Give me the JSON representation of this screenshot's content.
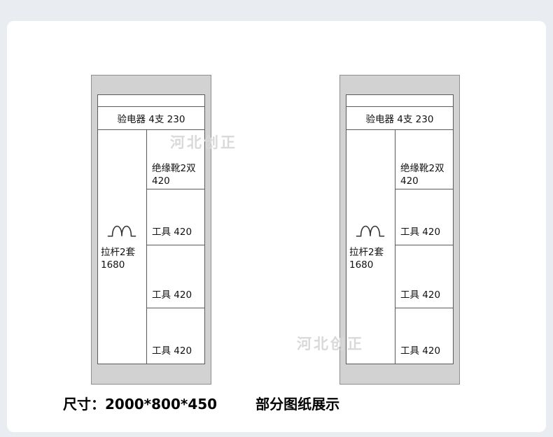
{
  "page": {
    "background": "#e9edf1",
    "card_background": "#ffffff"
  },
  "cabinet": {
    "top_shelf_label": "验电器 4支 230",
    "left_column": {
      "lines": [
        "拉杆2套",
        "1680"
      ],
      "icon": "hook-wave-icon"
    },
    "right_rows": [
      {
        "lines": [
          "绝缘靴2双",
          "420"
        ]
      },
      {
        "lines": [
          "工具 420"
        ]
      },
      {
        "lines": [
          "工具 420"
        ]
      },
      {
        "lines": [
          "工具 420"
        ]
      }
    ]
  },
  "watermark": {
    "text": "河北创正"
  },
  "caption": {
    "dimensions": "尺寸：2000*800*450",
    "note": "部分图纸展示"
  },
  "colors": {
    "wall_fill": "#d2d2d2",
    "wall_stroke": "#8e8e8e",
    "line": "#5a5a5a",
    "watermark": "#d9d9d9"
  }
}
